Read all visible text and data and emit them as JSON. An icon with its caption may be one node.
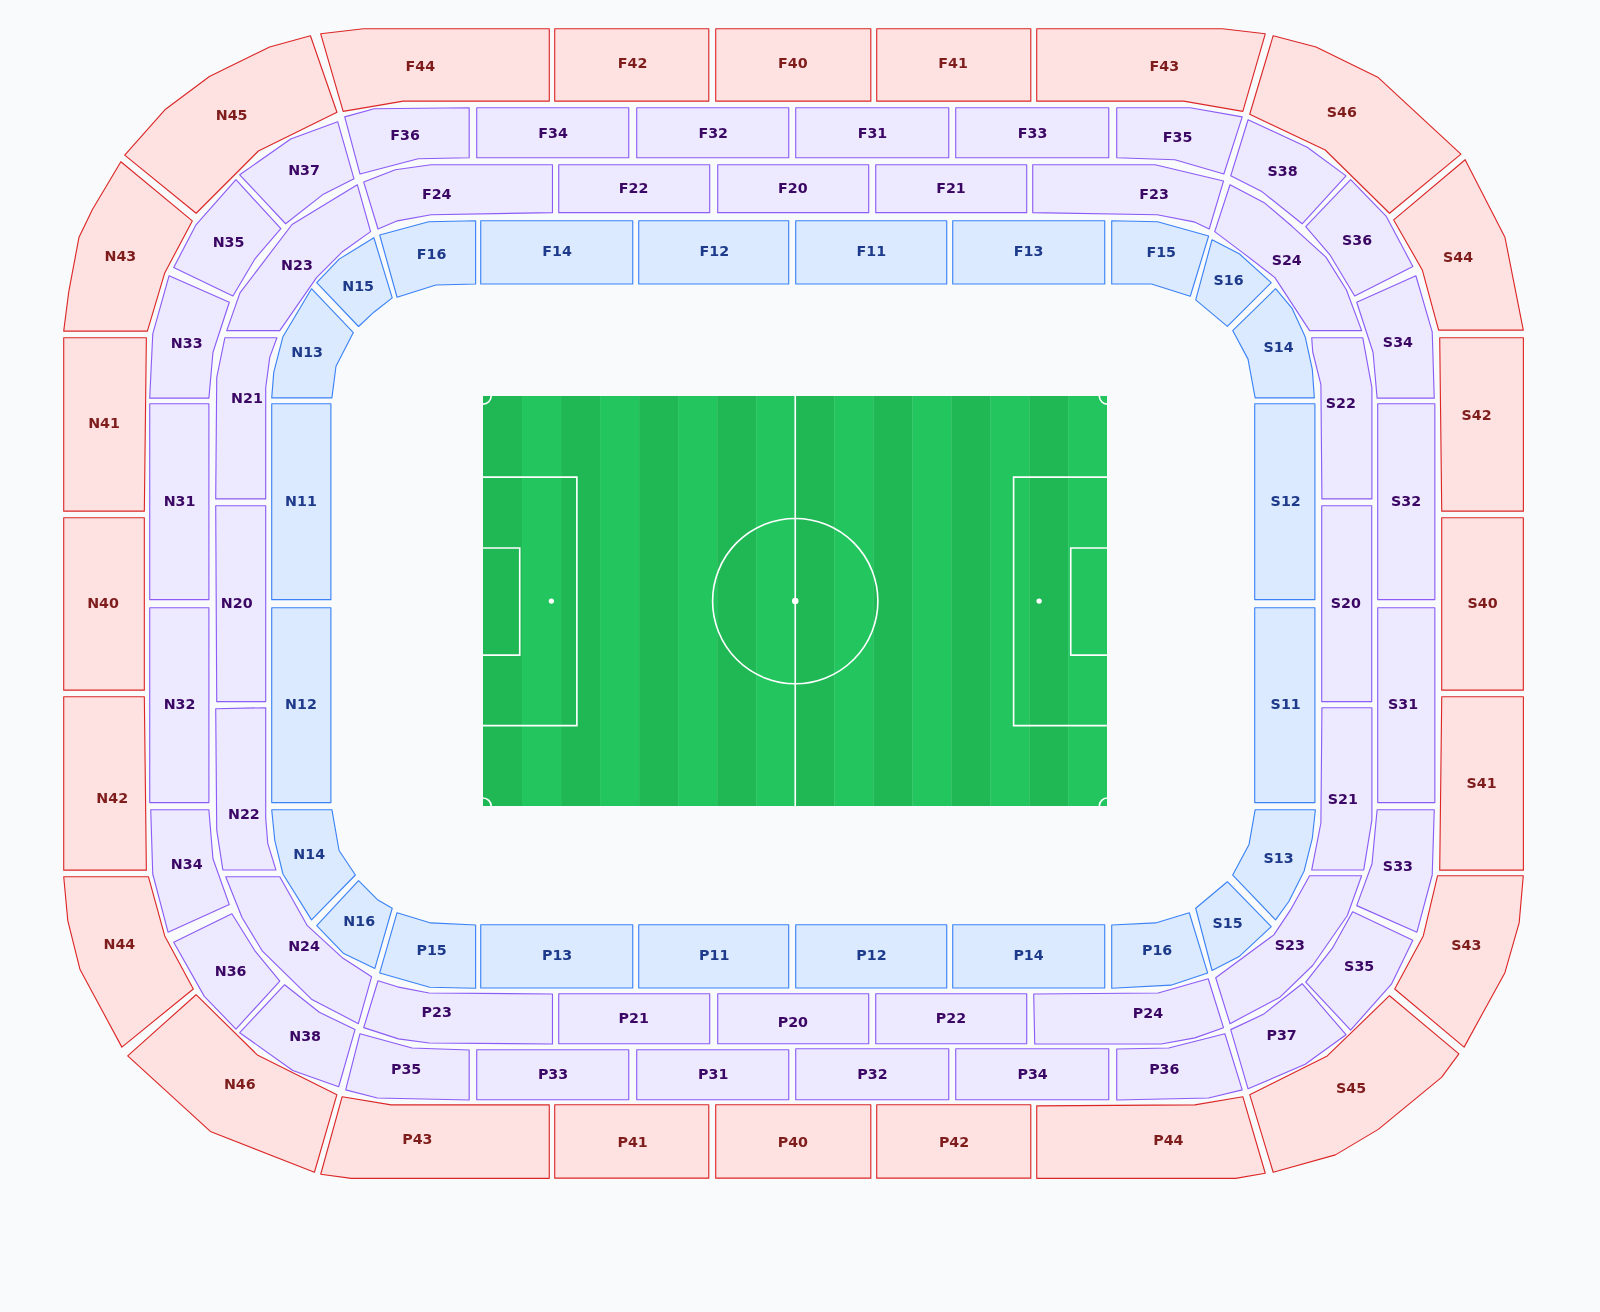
{
  "diagram": {
    "nodes": [
      {
        "text": [
          "N45"
        ]
      },
      {
        "text": [
          "F44"
        ]
      },
      {
        "text": [
          "F42"
        ]
      },
      {
        "text": [
          "F40"
        ]
      },
      {
        "text": [
          "F41"
        ]
      },
      {
        "text": [
          "F43"
        ]
      },
      {
        "text": [
          "S46"
        ]
      },
      {
        "text": [
          "F36"
        ]
      },
      {
        "text": [
          "F34"
        ]
      },
      {
        "text": [
          "F32"
        ]
      },
      {
        "text": [
          "F31"
        ]
      },
      {
        "text": [
          "F33"
        ]
      },
      {
        "text": [
          "F35"
        ]
      },
      {
        "text": [
          "N37"
        ]
      },
      {
        "text": [
          "S38"
        ]
      },
      {
        "text": [
          "F24"
        ]
      },
      {
        "text": [
          "F22"
        ]
      },
      {
        "text": [
          "F20"
        ]
      },
      {
        "text": [
          "F21"
        ]
      },
      {
        "text": [
          "F23"
        ]
      },
      {
        "text": [
          "N35"
        ]
      },
      {
        "text": [
          "S36"
        ]
      },
      {
        "text": [
          "F16"
        ]
      },
      {
        "text": [
          "F14"
        ]
      },
      {
        "text": [
          "F12"
        ]
      },
      {
        "text": [
          "F11"
        ]
      },
      {
        "text": [
          "F13"
        ]
      },
      {
        "text": [
          "F15"
        ]
      },
      {
        "text": [
          "N43"
        ]
      },
      {
        "text": [
          "S44"
        ]
      },
      {
        "text": [
          "N23"
        ]
      },
      {
        "text": [
          "S24"
        ]
      },
      {
        "text": [
          "S16"
        ]
      },
      {
        "text": [
          "N15"
        ]
      },
      {
        "text": [
          "N33"
        ]
      },
      {
        "text": [
          "N13"
        ]
      },
      {
        "text": [
          "S14"
        ]
      },
      {
        "text": [
          "S34"
        ]
      },
      {
        "text": [
          "N21"
        ]
      },
      {
        "text": [
          "S22"
        ]
      },
      {
        "text": [
          "N41"
        ]
      },
      {
        "text": [
          "S42"
        ]
      },
      {
        "text": [
          "N31"
        ]
      },
      {
        "text": [
          "N11"
        ]
      },
      {
        "text": [
          "S12"
        ]
      },
      {
        "text": [
          "S32"
        ]
      },
      {
        "text": [
          "N40"
        ]
      },
      {
        "text": [
          "N20"
        ]
      },
      {
        "text": [
          "S20"
        ]
      },
      {
        "text": [
          "S40"
        ]
      },
      {
        "text": [
          "N32"
        ]
      },
      {
        "text": [
          "N12"
        ]
      },
      {
        "text": [
          "S11"
        ]
      },
      {
        "text": [
          "S31"
        ]
      },
      {
        "text": [
          "N42"
        ]
      },
      {
        "text": [
          "N22"
        ]
      },
      {
        "text": [
          "S21"
        ]
      },
      {
        "text": [
          "S41"
        ]
      },
      {
        "text": [
          "N14"
        ]
      },
      {
        "text": [
          "N34"
        ]
      },
      {
        "text": [
          "S13"
        ]
      },
      {
        "text": [
          "S33"
        ]
      },
      {
        "text": [
          "N16"
        ]
      },
      {
        "text": [
          "S15"
        ]
      },
      {
        "text": [
          "N44"
        ]
      },
      {
        "text": [
          "N24"
        ]
      },
      {
        "text": [
          "P15"
        ]
      },
      {
        "text": [
          "P13"
        ]
      },
      {
        "text": [
          "P11"
        ]
      },
      {
        "text": [
          "P12"
        ]
      },
      {
        "text": [
          "P14"
        ]
      },
      {
        "text": [
          "P16"
        ]
      },
      {
        "text": [
          "S23"
        ]
      },
      {
        "text": [
          "S43"
        ]
      },
      {
        "text": [
          "N36"
        ]
      },
      {
        "text": [
          "S35"
        ]
      },
      {
        "text": [
          "P23"
        ]
      },
      {
        "text": [
          "P21"
        ]
      },
      {
        "text": [
          "P20"
        ]
      },
      {
        "text": [
          "P22"
        ]
      },
      {
        "text": [
          "P24"
        ]
      },
      {
        "text": [
          "N38"
        ]
      },
      {
        "text": [
          "P37"
        ]
      },
      {
        "text": [
          "P35"
        ]
      },
      {
        "text": [
          "P33"
        ]
      },
      {
        "text": [
          "P31"
        ]
      },
      {
        "text": [
          "P32"
        ]
      },
      {
        "text": [
          "P34"
        ]
      },
      {
        "text": [
          "P36"
        ]
      },
      {
        "text": [
          "N46"
        ]
      },
      {
        "text": [
          "S45"
        ]
      },
      {
        "text": [
          "P43"
        ]
      },
      {
        "text": [
          "P41"
        ]
      },
      {
        "text": [
          "P40"
        ]
      },
      {
        "text": [
          "P42"
        ]
      },
      {
        "text": [
          "P44"
        ]
      }
    ]
  }
}
